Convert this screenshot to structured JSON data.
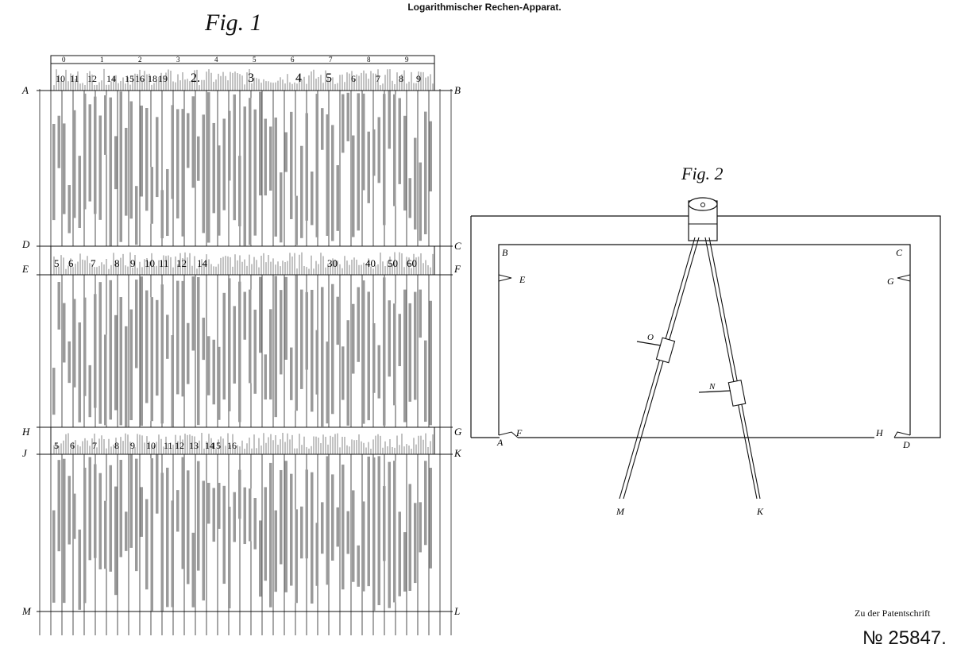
{
  "title": "Logarithmischer Rechen-Apparat.",
  "fig1_label": "Fig. 1",
  "fig2_label": "Fig. 2",
  "patent_caption": "Zu der Patentschrift",
  "patent_number": "№ 25847.",
  "fig1": {
    "corner_letters": {
      "A": "A",
      "B": "B",
      "D": "D",
      "C": "C",
      "E": "E",
      "F": "F",
      "H": "H",
      "G": "G",
      "J": "J",
      "K": "K",
      "M": "M",
      "L": "L"
    },
    "top_ruler_numbers": [
      "0",
      "1",
      "2",
      "3",
      "4",
      "5",
      "6",
      "7",
      "8",
      "9"
    ],
    "band1_labels": [
      "10",
      "11",
      "12",
      "14",
      "15",
      "16",
      "18",
      "19",
      "2.",
      "3",
      "4",
      "5",
      "6",
      "7",
      "8",
      "9"
    ],
    "band2_labels": [
      "5",
      "6",
      "7",
      "8",
      "9",
      "10",
      "11",
      "12",
      "14",
      "30",
      "40",
      "50",
      "60"
    ],
    "band3_labels": [
      "5",
      "6",
      "7",
      "8",
      "9",
      "10",
      "11",
      "12",
      "13",
      "14",
      "15",
      "16"
    ]
  },
  "fig2": {
    "frame_letters": {
      "B": "B",
      "C": "C",
      "E": "E",
      "G": "G",
      "A": "A",
      "F": "F",
      "H": "H",
      "D": "D"
    },
    "compass_letters": {
      "O": "O",
      "N": "N",
      "M": "M",
      "K": "K"
    }
  }
}
